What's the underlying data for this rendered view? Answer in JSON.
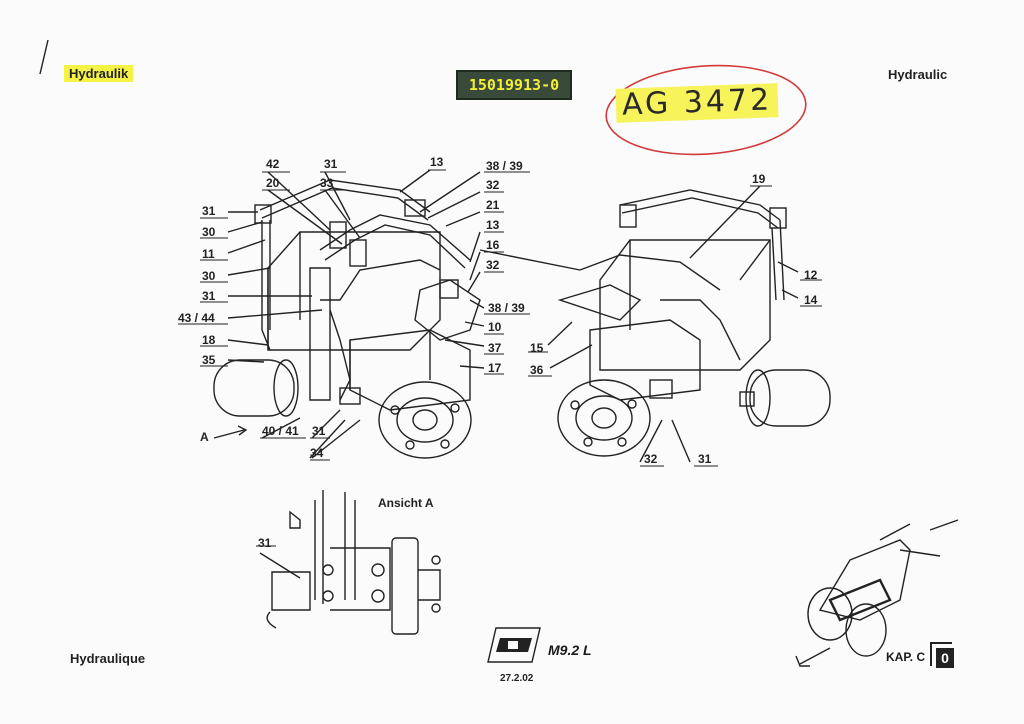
{
  "header": {
    "title_de": "Hydraulik",
    "title_en": "Hydraulic",
    "doc_number": "15019913-0",
    "handwritten_ref": "AG 3472"
  },
  "footer": {
    "title_fr": "Hydraulique",
    "model": "M9.2 L",
    "date": "27.2.02",
    "chapter_label": "KAP. C",
    "chapter_number": "0"
  },
  "view_label": "Ansicht A",
  "view_arrow_label": "A",
  "left_callouts": [
    "31",
    "30",
    "11",
    "30",
    "31",
    "43 / 44",
    "18",
    "35"
  ],
  "left_top_callouts": [
    "42",
    "20",
    "31",
    "33",
    "13"
  ],
  "left_right_callouts": [
    "38 / 39",
    "32",
    "21",
    "13",
    "16",
    "32",
    "38 / 39",
    "10",
    "37",
    "17"
  ],
  "left_bottom_callouts": [
    "40 / 41",
    "31",
    "34"
  ],
  "right_callouts": [
    "19",
    "12",
    "14",
    "15",
    "36",
    "32",
    "31"
  ],
  "inset_callouts": [
    "31"
  ],
  "colors": {
    "highlight": "#f5f246",
    "stamp_bg": "#3a4a3a",
    "stamp_text": "#f2ee36",
    "circle": "#d23a3a"
  }
}
